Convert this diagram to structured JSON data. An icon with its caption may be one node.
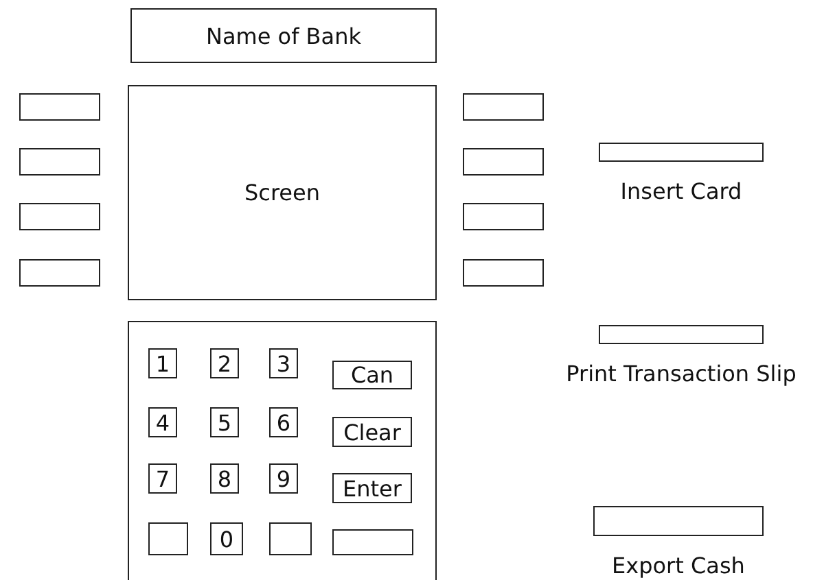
{
  "diagram": {
    "nodes": [
      {
        "text": [
          "Name of Bank"
        ]
      },
      {
        "text": [
          "Screen"
        ]
      },
      {
        "text": [],
        "shape": "box"
      },
      {
        "text": [],
        "shape": "box"
      },
      {
        "text": [],
        "shape": "box"
      },
      {
        "text": [],
        "shape": "box"
      },
      {
        "text": [],
        "shape": "box"
      },
      {
        "text": [],
        "shape": "box"
      },
      {
        "text": [],
        "shape": "box"
      },
      {
        "text": [],
        "shape": "box"
      },
      {
        "text": [
          "Insert Card"
        ]
      },
      {
        "text": [],
        "shape": "box"
      },
      {
        "text": [
          "1"
        ],
        "in": 11
      },
      {
        "text": [
          "2"
        ],
        "in": 11
      },
      {
        "text": [
          "3"
        ],
        "in": 11
      },
      {
        "text": [
          "Can"
        ],
        "in": 11
      },
      {
        "text": [
          "4"
        ],
        "in": 11
      },
      {
        "text": [
          "5"
        ],
        "in": 11
      },
      {
        "text": [
          "6"
        ],
        "in": 11
      },
      {
        "text": [
          "Clear"
        ],
        "in": 11
      },
      {
        "text": [
          "7"
        ],
        "in": 11
      },
      {
        "text": [
          "8"
        ],
        "in": 11
      },
      {
        "text": [
          "9"
        ],
        "in": 11
      },
      {
        "text": [
          "Enter"
        ],
        "in": 11
      },
      {
        "text": [],
        "shape": "box",
        "in": 11
      },
      {
        "text": [
          "0"
        ],
        "in": 11
      },
      {
        "text": [],
        "shape": "box",
        "in": 11
      },
      {
        "text": [],
        "shape": "box",
        "in": 11
      },
      {
        "text": [
          "Print Transaction Slip"
        ]
      },
      {
        "text": [
          "Export Cash"
        ]
      }
    ],
    "edges": []
  }
}
